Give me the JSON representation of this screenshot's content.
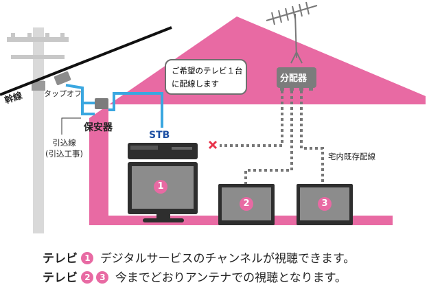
{
  "labels": {
    "trunk_line": "幹線",
    "tap_off": "タップオフ",
    "protector": "保安器",
    "drop_line": "引込線\n(引込工事)",
    "stb": "STB",
    "callout": "ご希望のテレビ１台\nに配線します",
    "splitter": "分配器",
    "existing_wiring": "宅内既存配線"
  },
  "tv_numbers": [
    "1",
    "2",
    "3"
  ],
  "footer": {
    "line1_prefix": "テレビ",
    "line1_nums": [
      "1"
    ],
    "line1_text": "デジタルサービスのチャンネルが視聴できます。",
    "line2_prefix": "テレビ",
    "line2_nums": [
      "2",
      "3"
    ],
    "line2_text": "今までどおりアンテナでの視聴となります。"
  },
  "colors": {
    "house": "#e86aa3",
    "cable_blue": "#3aa7e0",
    "dotted_wire": "#777777",
    "no_connection_mark": "#e8334a"
  }
}
